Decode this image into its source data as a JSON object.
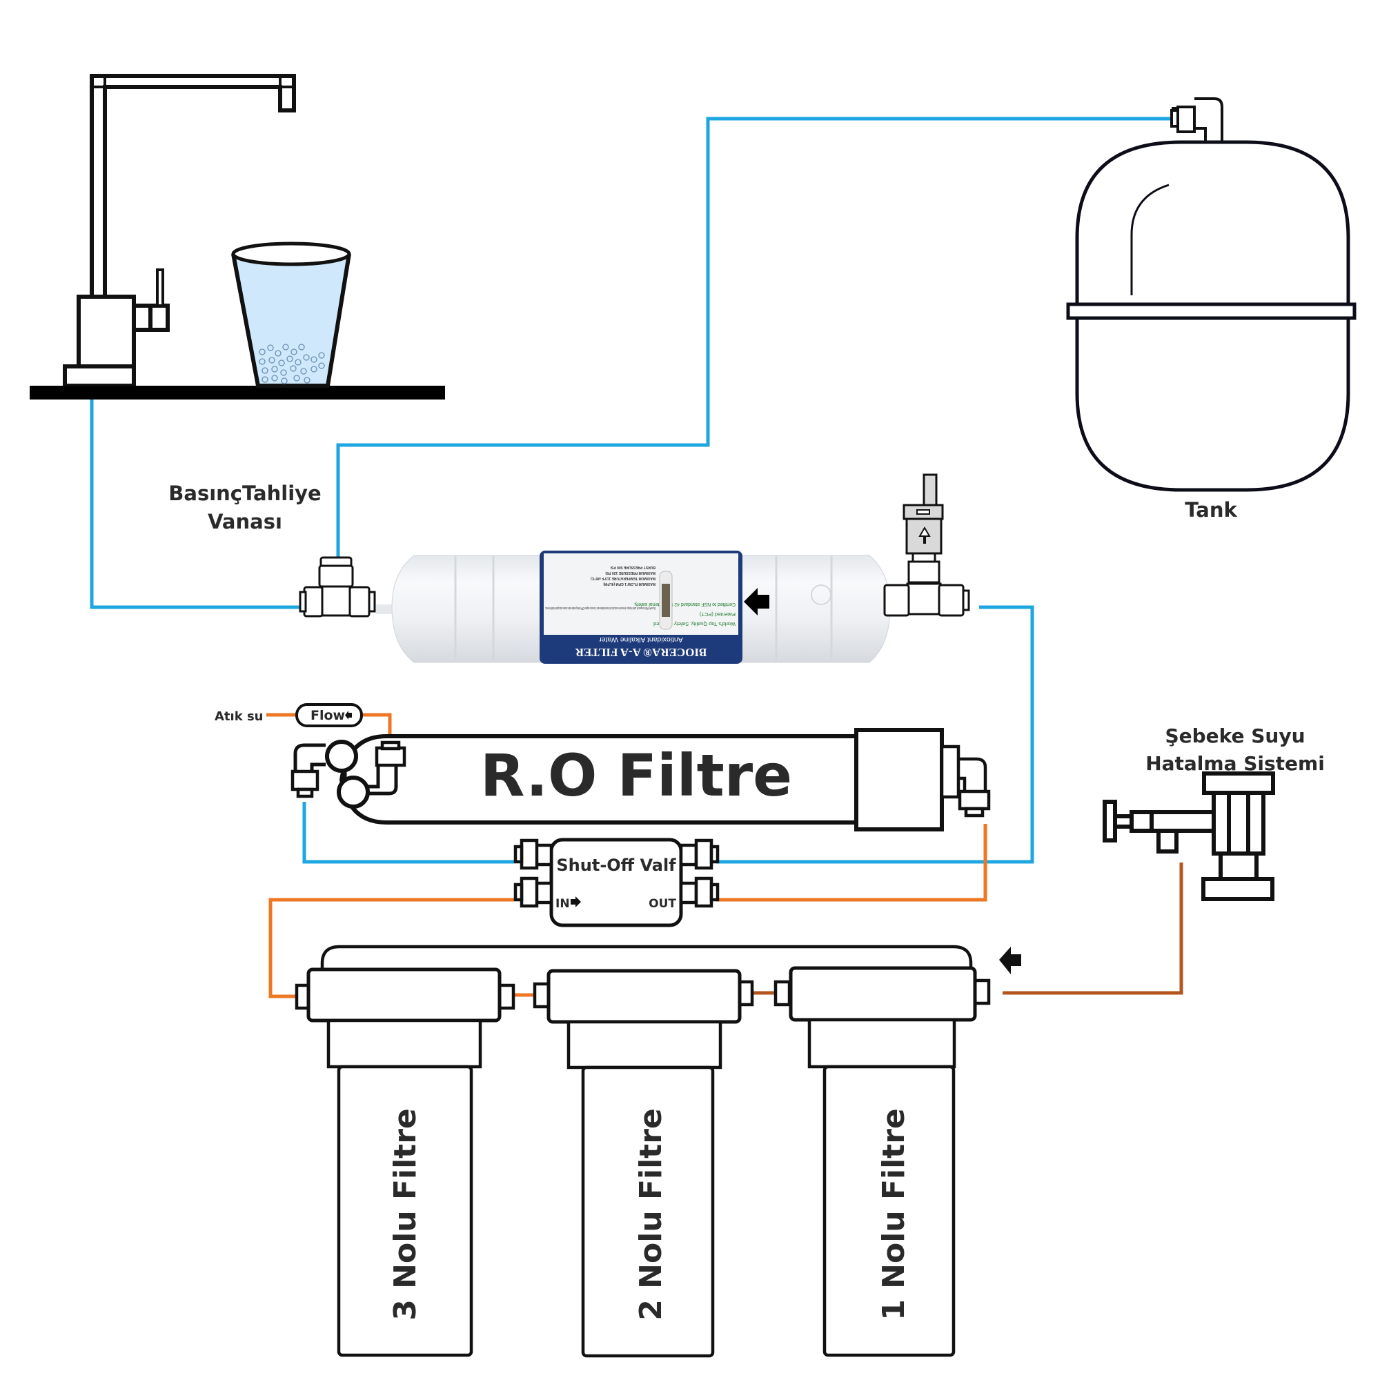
{
  "labels": {
    "pressure_relief_line1": "BasınçTahliye",
    "pressure_relief_line2": "Vanası",
    "tank": "Tank",
    "waste_water": "Atık su",
    "flow": "Flow",
    "ro_filter": "R.O Filtre",
    "shutoff_valve": "Shut-Off Valf",
    "shutoff_in": "IN",
    "shutoff_out": "OUT",
    "mains_line1": "Şebeke Suyu",
    "mains_line2": "Hatalma Sistemi",
    "filter_3": "3 Nolu Filtre",
    "filter_2": "2 Nolu Filtre",
    "filter_1": "1 Nolu Filtre"
  },
  "inline_filter": {
    "brand": "BIOCERA® A-A FILTER",
    "subtitle": "Antioxidant Alkaline Water",
    "bullets": [
      "World's Top Quality, Safety Certified",
      "Patented (PCT)",
      "Certified to NSF standard 42 for material safety."
    ],
    "description": "Biocera A-A Filter increases pH, active hydrogen, (removes free radicals) and makes alkaline water. It provides negative ORP making smaller water clusters and supplies health minerals.",
    "specs": [
      "MAXIMUM FLOW 1 GPM (4LPM)",
      "MAXIMUM TEMPERATURE 113°F (45°C)",
      "MAXIMUM PRESSURE 120 PSI",
      "BURST PRESSURE 500 PSI"
    ],
    "label_color": "#1d3a7a"
  },
  "pipe_colors": {
    "product_water": "#1ea6e0",
    "waste_and_feed": "#ee7724",
    "mains_feed": "#b2561d"
  },
  "icons": {
    "flow_direction": "arrow-left-icon",
    "valve_direction": "arrow-up-icon",
    "shutoff_in_arrow": "arrow-right-icon"
  }
}
